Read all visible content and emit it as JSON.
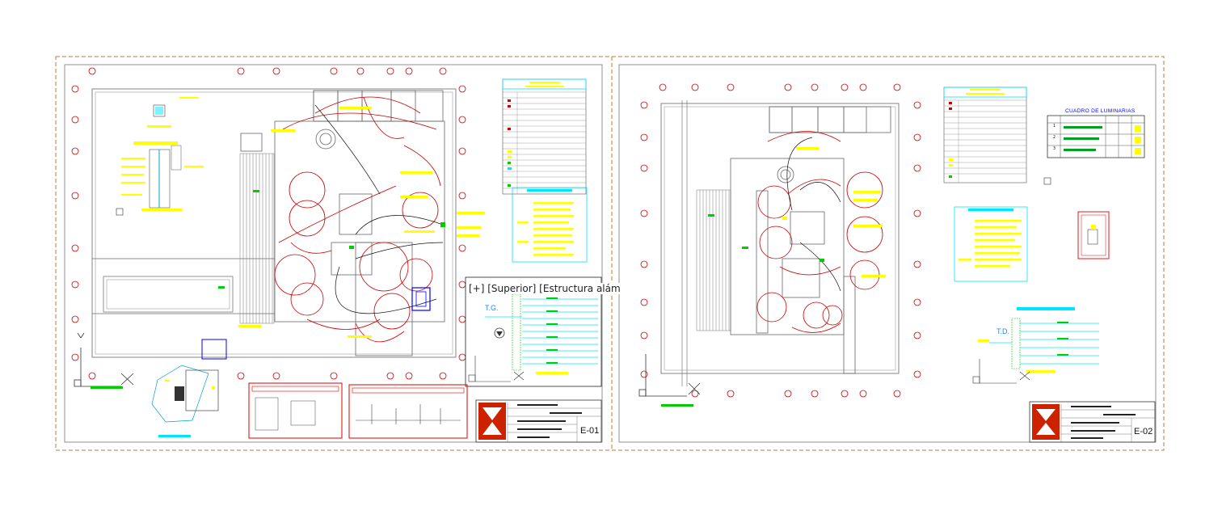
{
  "viewport": {
    "label": "[+] [Superior] [Estructura alám"
  },
  "sheets": [
    {
      "id": "E-01",
      "label": "E-01"
    },
    {
      "id": "E-02",
      "label": "E-02"
    }
  ],
  "panels": {
    "tg": "T.G.",
    "td": "T.D."
  },
  "luminaires_table": {
    "title": "CUADRO DE LUMINARIAS",
    "rows": [
      "1",
      "2",
      "3"
    ]
  },
  "colors": {
    "border": "#c87a2a",
    "outline": "#555555",
    "circuit": "#cc0000",
    "label": "#ffff00",
    "table_header": "#00e5ff",
    "green_tag": "#00cc00",
    "red_frame": "#e00000",
    "blue_frame": "#0000ff"
  }
}
